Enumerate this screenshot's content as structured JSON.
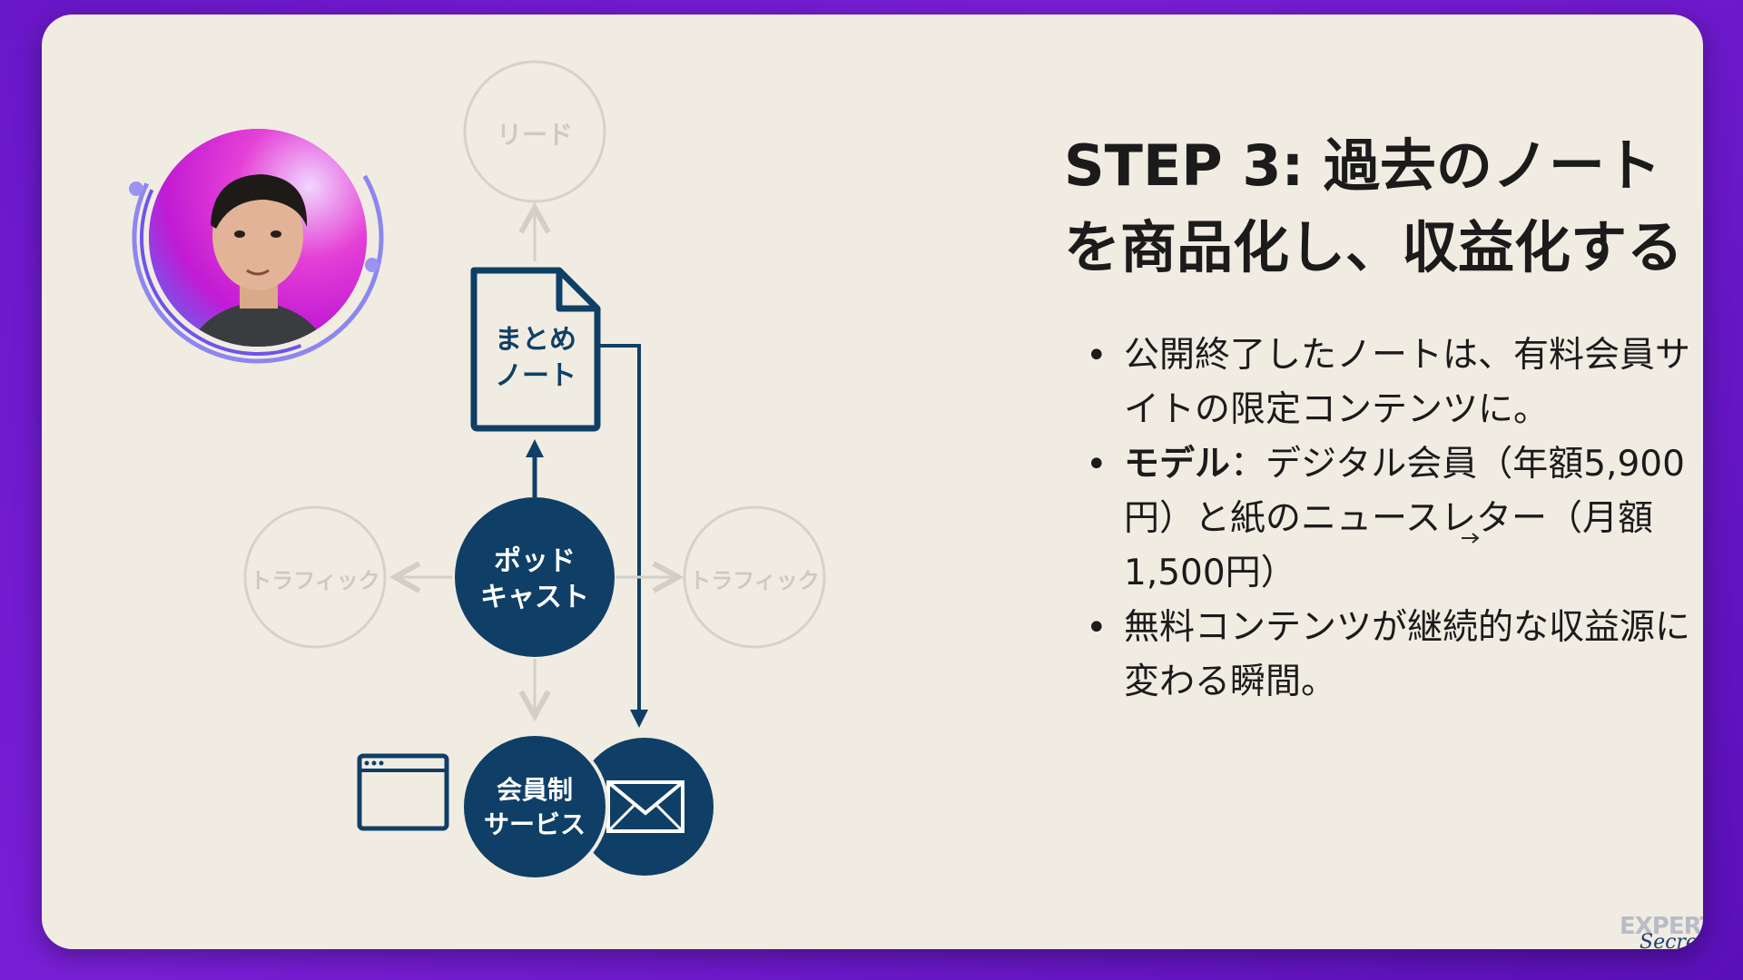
{
  "slide": {
    "title_line1": "STEP 3: 過去のノート",
    "title_line2": "を商品化し、収益化する",
    "bullets": [
      {
        "text": "公開終了したノートは、有料会員サイトの限定コンテンツに。"
      },
      {
        "bold": "モデル",
        "text": "：デジタル会員（年額5,900円）と紙のニュースレター（月額1,500円）"
      },
      {
        "text": "無料コンテンツが継続的な収益源に変わる瞬間。"
      }
    ]
  },
  "diagram": {
    "lead": "リード",
    "note_line1": "まとめ",
    "note_line2": "ノート",
    "podcast_line1": "ポッド",
    "podcast_line2": "キャスト",
    "traffic_left": "トラフィック",
    "traffic_right": "トラフィック",
    "membership_line1": "会員制",
    "membership_line2": "サービス",
    "icons": [
      "document-icon",
      "browser-window-icon",
      "envelope-icon"
    ]
  },
  "logo": {
    "line1": "EXPERT",
    "line2": "Secrets"
  },
  "colors": {
    "background": "#6a17c9",
    "card": "#f1ece2",
    "navy": "#0f3f66",
    "faded": "#d3cfc6",
    "text": "#1b1b1b"
  }
}
